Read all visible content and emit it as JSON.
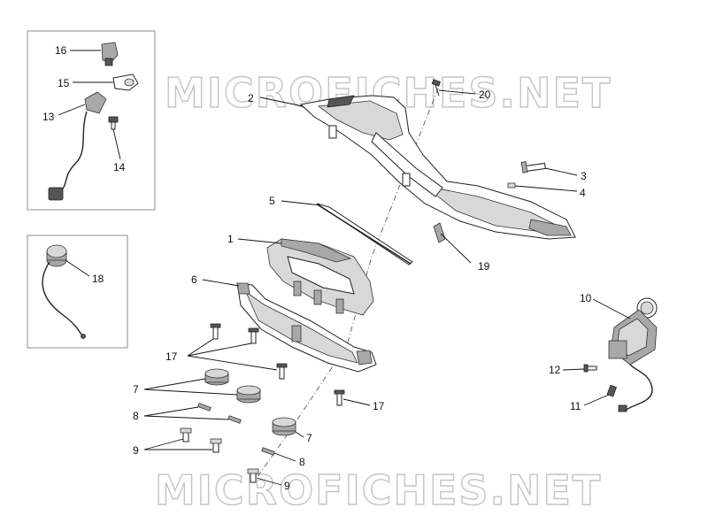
{
  "watermark": {
    "top": "MICROFICHES.NET",
    "bottom": "MICROFICHES.NET"
  },
  "callouts": {
    "c1": "1",
    "c2": "2",
    "c3": "3",
    "c4": "4",
    "c5": "5",
    "c6": "6",
    "c7a": "7",
    "c7b": "7",
    "c8a": "8",
    "c8b": "8",
    "c9a": "9",
    "c9b": "9",
    "c10": "10",
    "c11": "11",
    "c12": "12",
    "c13": "13",
    "c14": "14",
    "c15": "15",
    "c16": "16",
    "c17a": "17",
    "c17b": "17",
    "c18": "18",
    "c19": "19",
    "c20": "20"
  }
}
